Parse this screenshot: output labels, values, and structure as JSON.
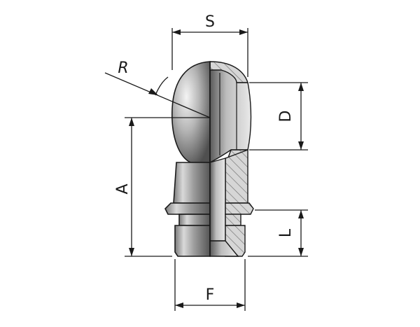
{
  "labels": {
    "S": "S",
    "R": "R",
    "D": "D",
    "A": "A",
    "L": "L",
    "F": "F"
  },
  "colors": {
    "line": "#1a1a1a",
    "hatch": "#555555",
    "metal_light": "#f2f2f2",
    "metal_mid": "#b8b8b8",
    "metal_dark": "#6e6e6e"
  }
}
